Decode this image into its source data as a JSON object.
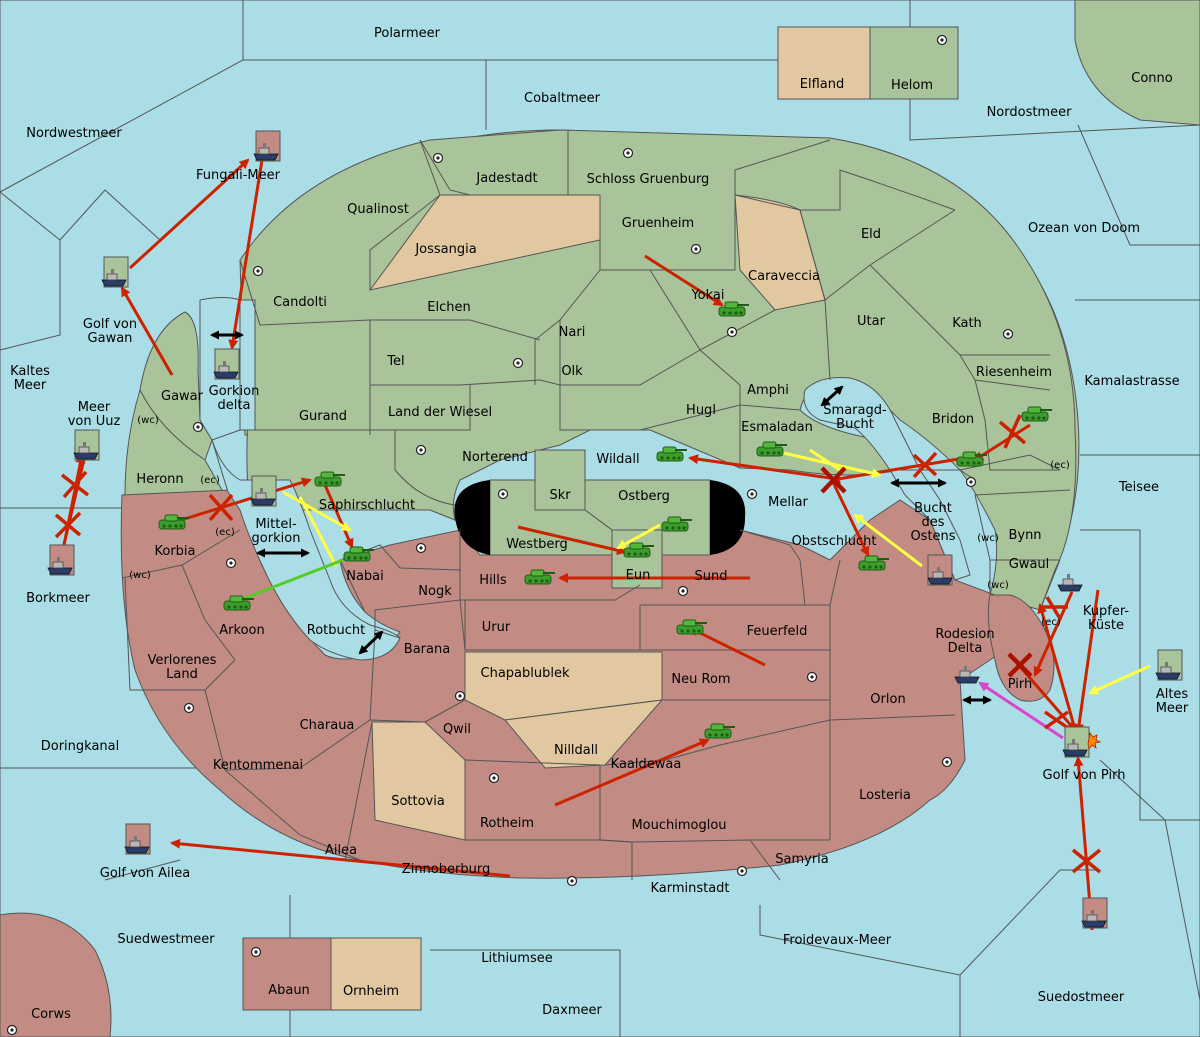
{
  "colors": {
    "sea": "#aadde6",
    "player_green": "#a9c49a",
    "player_red": "#c28c84",
    "neutral": "#e2c8a0",
    "move_red": "#cc2200",
    "move_yellow": "#ffff44",
    "move_green": "#55cc22",
    "move_magenta": "#dd44cc"
  },
  "regions": {
    "polarmeer": "Polarmeer",
    "cobaltmeer": "Cobaltmeer",
    "nordwestmeer": "Nordwestmeer",
    "nordostmeer": "Nordostmeer",
    "elfland": "Elfland",
    "helom": "Helom",
    "conno": "Conno",
    "fungali_meer": "Fungali-Meer",
    "jadestadt": "Jadestadt",
    "schloss_gruenburg": "Schloss Gruenburg",
    "qualinost": "Qualinost",
    "gruenheim": "Gruenheim",
    "eld": "Eld",
    "ozean_von_doom": "Ozean von Doom",
    "jossangia": "Jossangia",
    "caraveccia": "Caraveccia",
    "candolti": "Candolti",
    "golf_von_gawan": "Golf von\nGawan",
    "elchen": "Elchen",
    "yokai": "Yokai",
    "utar": "Utar",
    "kath": "Kath",
    "nari": "Nari",
    "tel": "Tel",
    "olk": "Olk",
    "riesenheim": "Riesenheim",
    "kamalastrasse": "Kamalastrasse",
    "kaltes_meer": "Kaltes\nMeer",
    "gawar": "Gawar",
    "gorkion_delta": "Gorkion\ndelta",
    "amphi": "Amphi",
    "smaragd_bucht": "Smaragd-\nBucht",
    "meer_von_uuz": "Meer\nvon Uuz",
    "wc": "(wc)",
    "ec": "(ec)",
    "gurand": "Gurand",
    "land_der_wiesel": "Land der Wiesel",
    "hugl": "Hugl",
    "bridon": "Bridon",
    "esmaladan": "Esmaladan",
    "norterend": "Norterend",
    "wildall": "Wildall",
    "heronn": "Heronn",
    "teisee": "Teisee",
    "skr": "Skr",
    "ostberg": "Ostberg",
    "mellar": "Mellar",
    "saphirschlucht": "Saphirschlucht",
    "bucht_des_ostens": "Bucht\ndes\nOstens",
    "korbia": "Korbia",
    "mittelgorkion": "Mittel-\ngorkion",
    "westberg": "Westberg",
    "obstschlucht": "Obstschlucht",
    "bynn": "Bynn",
    "nabai": "Nabai",
    "gwaul": "Gwaul",
    "hills": "Hills",
    "eun": "Eun",
    "sund": "Sund",
    "borkmeer": "Borkmeer",
    "nogk": "Nogk",
    "kupfer_kueste": "Kupfer-\nKüste",
    "arkoon": "Arkoon",
    "rotbucht": "Rotbucht",
    "urur": "Urur",
    "feuerfeld": "Feuerfeld",
    "rodesion_delta": "Rodesion\nDelta",
    "barana": "Barana",
    "verlorenes_land": "Verlorenes\nLand",
    "chapablublek": "Chapablublek",
    "neu_rom": "Neu Rom",
    "orlon": "Orlon",
    "pirh": "Pirh",
    "altes_meer": "Altes\nMeer",
    "charaua": "Charaua",
    "qwil": "Qwil",
    "doringkanal": "Doringkanal",
    "nilldall": "Nilldall",
    "kentommenai": "Kentommenai",
    "kaaldewaa": "Kaaldewaa",
    "golf_von_pirh": "Golf von Pirh",
    "sottovia": "Sottovia",
    "losteria": "Losteria",
    "rotheim": "Rotheim",
    "mouchimoglou": "Mouchimoglou",
    "ailea": "Ailea",
    "samyria": "Samyria",
    "golf_von_ailea": "Golf von Ailea",
    "zinnoberburg": "Zinnoberburg",
    "karminstadt": "Karminstadt",
    "suedwestmeer": "Suedwestmeer",
    "froidevaux_meer": "Froidevaux-Meer",
    "lithiumsee": "Lithiumsee",
    "abaun": "Abaun",
    "ornheim": "Ornheim",
    "suedostmeer": "Suedostmeer",
    "corws": "Corws",
    "daxmeer": "Daxmeer"
  }
}
